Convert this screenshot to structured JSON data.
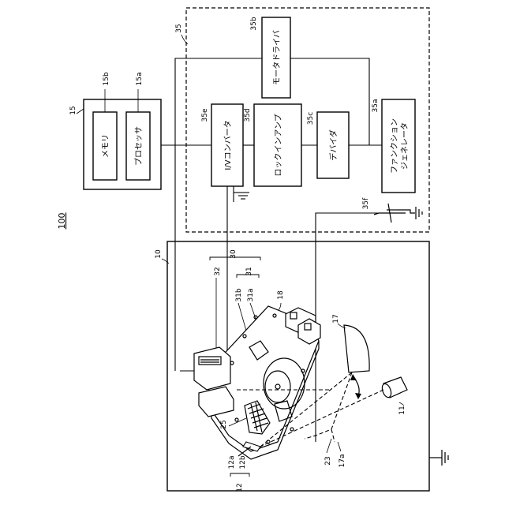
{
  "figure": {
    "number": "100",
    "labels": {
      "controller": "15",
      "memory_ref": "15b",
      "processor_ref": "15a",
      "circuit": "35",
      "motor_driver_ref": "35b",
      "iv_converter_ref": "35e",
      "lockin_ref": "35d",
      "divider_ref": "35c",
      "function_gen_ref": "35a",
      "ground_source_ref": "35f",
      "chamber": "10",
      "assembly": "30",
      "part31": "31",
      "part32": "32",
      "part31b": "31b",
      "part31a": "31a",
      "part18": "18",
      "part17": "17",
      "part11": "11",
      "part25": "25",
      "part23": "23",
      "part17a": "17a",
      "part12": "12",
      "part12a": "12a",
      "part12b": "12b"
    },
    "blocks": {
      "memory": "メモリ",
      "processor": "プロセッサ",
      "motor_driver": "モータドライバ",
      "iv_converter": "I/Vコンバータ",
      "lockin_amp": "ロックインアンプ",
      "divider": "デバイダ",
      "function_gen_line1": "ファンクション",
      "function_gen_line2": "ジェネレータ"
    }
  }
}
